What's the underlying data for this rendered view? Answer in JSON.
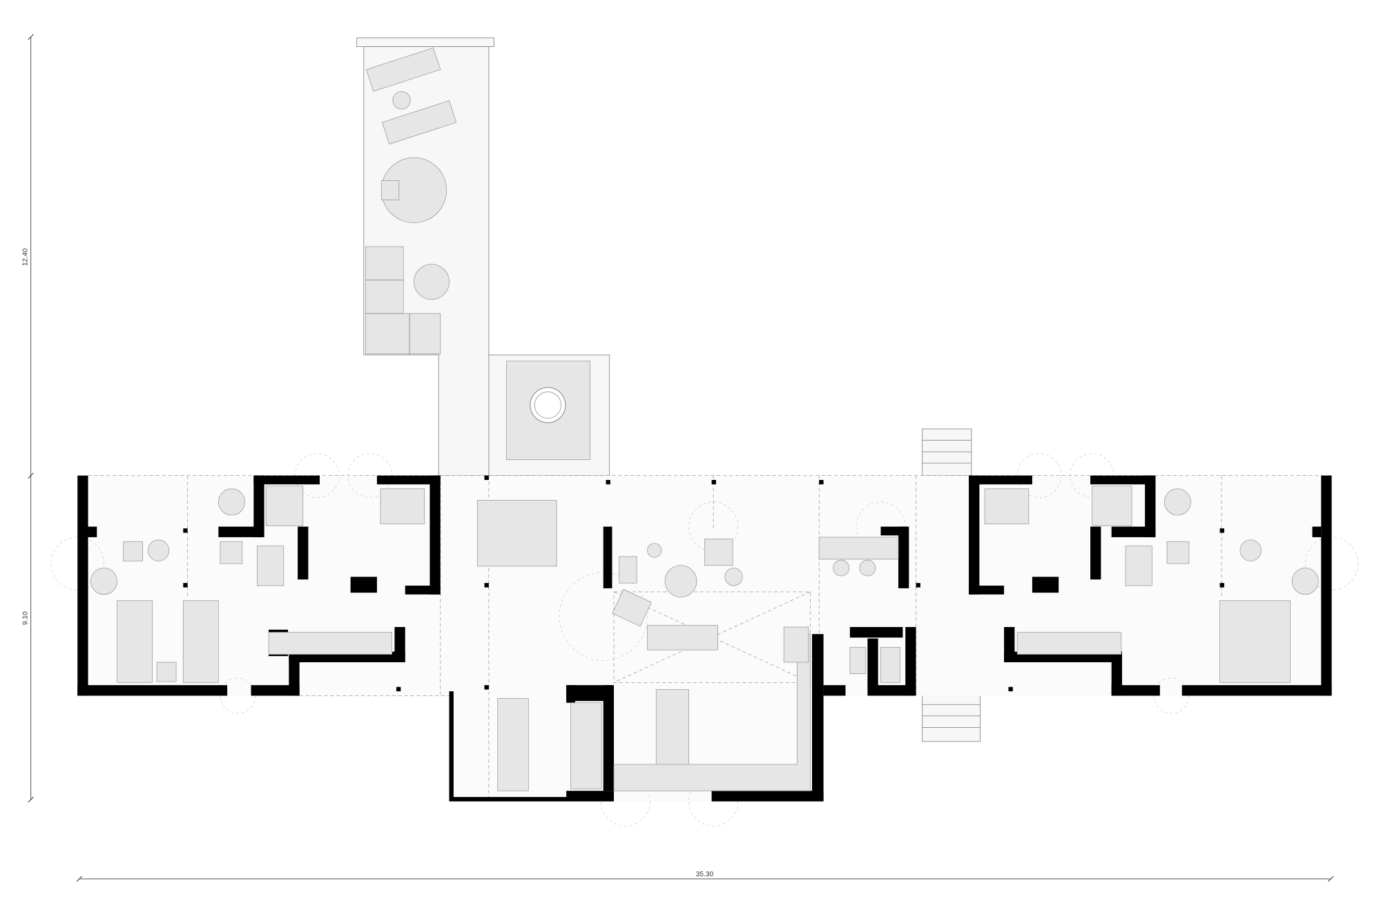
{
  "drawing": {
    "type": "floor-plan",
    "dimensions": {
      "upper_height": "12.40",
      "lower_height": "9.10",
      "total_width": "35.30"
    }
  }
}
